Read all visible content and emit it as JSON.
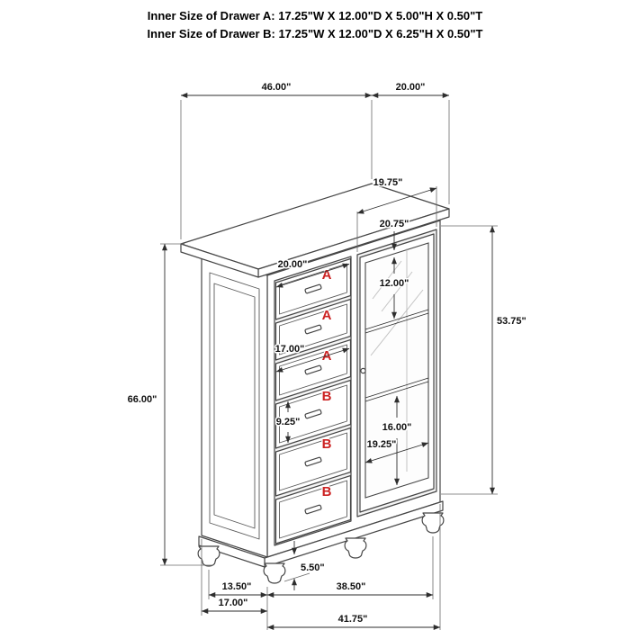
{
  "header": {
    "line1": "Inner Size of Drawer A: 17.25\"W X 12.00\"D X 5.00\"H X 0.50\"T",
    "line2": "Inner Size of Drawer B: 17.25\"W X 12.00\"D X 6.25\"H X 0.50\"T"
  },
  "drawer_labels": [
    "A",
    "A",
    "A",
    "B",
    "B",
    "B"
  ],
  "dimensions": {
    "top_width": "46.00\"",
    "top_depth": "20.00\"",
    "door_width": "19.75\"",
    "interior_top": "20.75\"",
    "shelf_gap_upper": "12.00\"",
    "door_height": "53.75\"",
    "overall_height": "66.00\"",
    "drawer_front_width": "20.00\"",
    "drawer_front_width_lower": "17.00\"",
    "drawer_b_front_height": "9.25\"",
    "shelf_gap_lower": "16.00\"",
    "glass_inner_width": "19.25\"",
    "foot_height": "5.50\"",
    "foot_spacing_depth": "13.50\"",
    "foot_spacing_width": "38.50\"",
    "base_depth": "17.00\"",
    "overall_width": "41.75\""
  },
  "colors": {
    "line": "#454545",
    "dimension_text": "#111111",
    "drawer_label": "#cc2222"
  }
}
